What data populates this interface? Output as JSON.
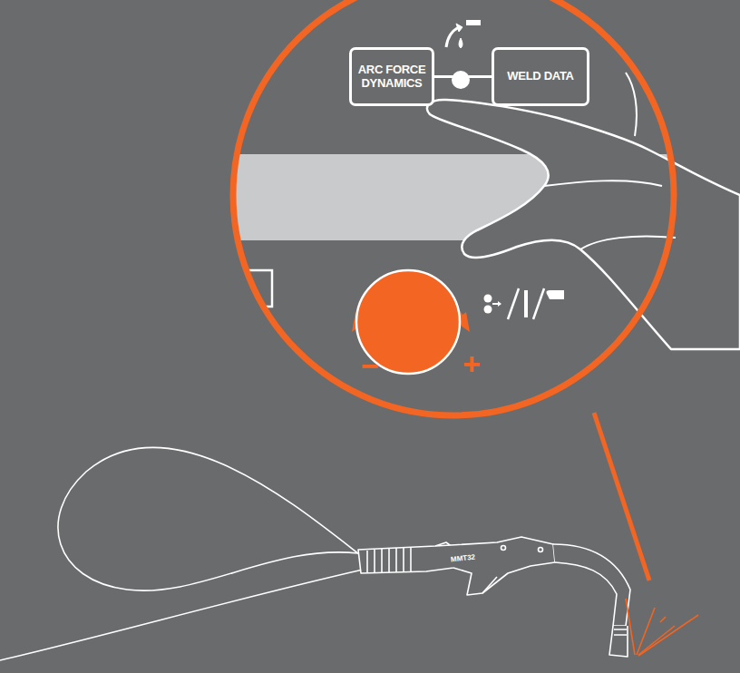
{
  "diagram": {
    "nodes": [
      {
        "text": [
          "ARC FORCE DYNAMICS"
        ]
      },
      {
        "text": [
          "WELD DATA"
        ]
      }
    ],
    "edges": [
      {
        "from": 0,
        "to": 1,
        "arrow": "none"
      }
    ],
    "labels": [
      "−",
      "+",
      "MMT32"
    ]
  }
}
